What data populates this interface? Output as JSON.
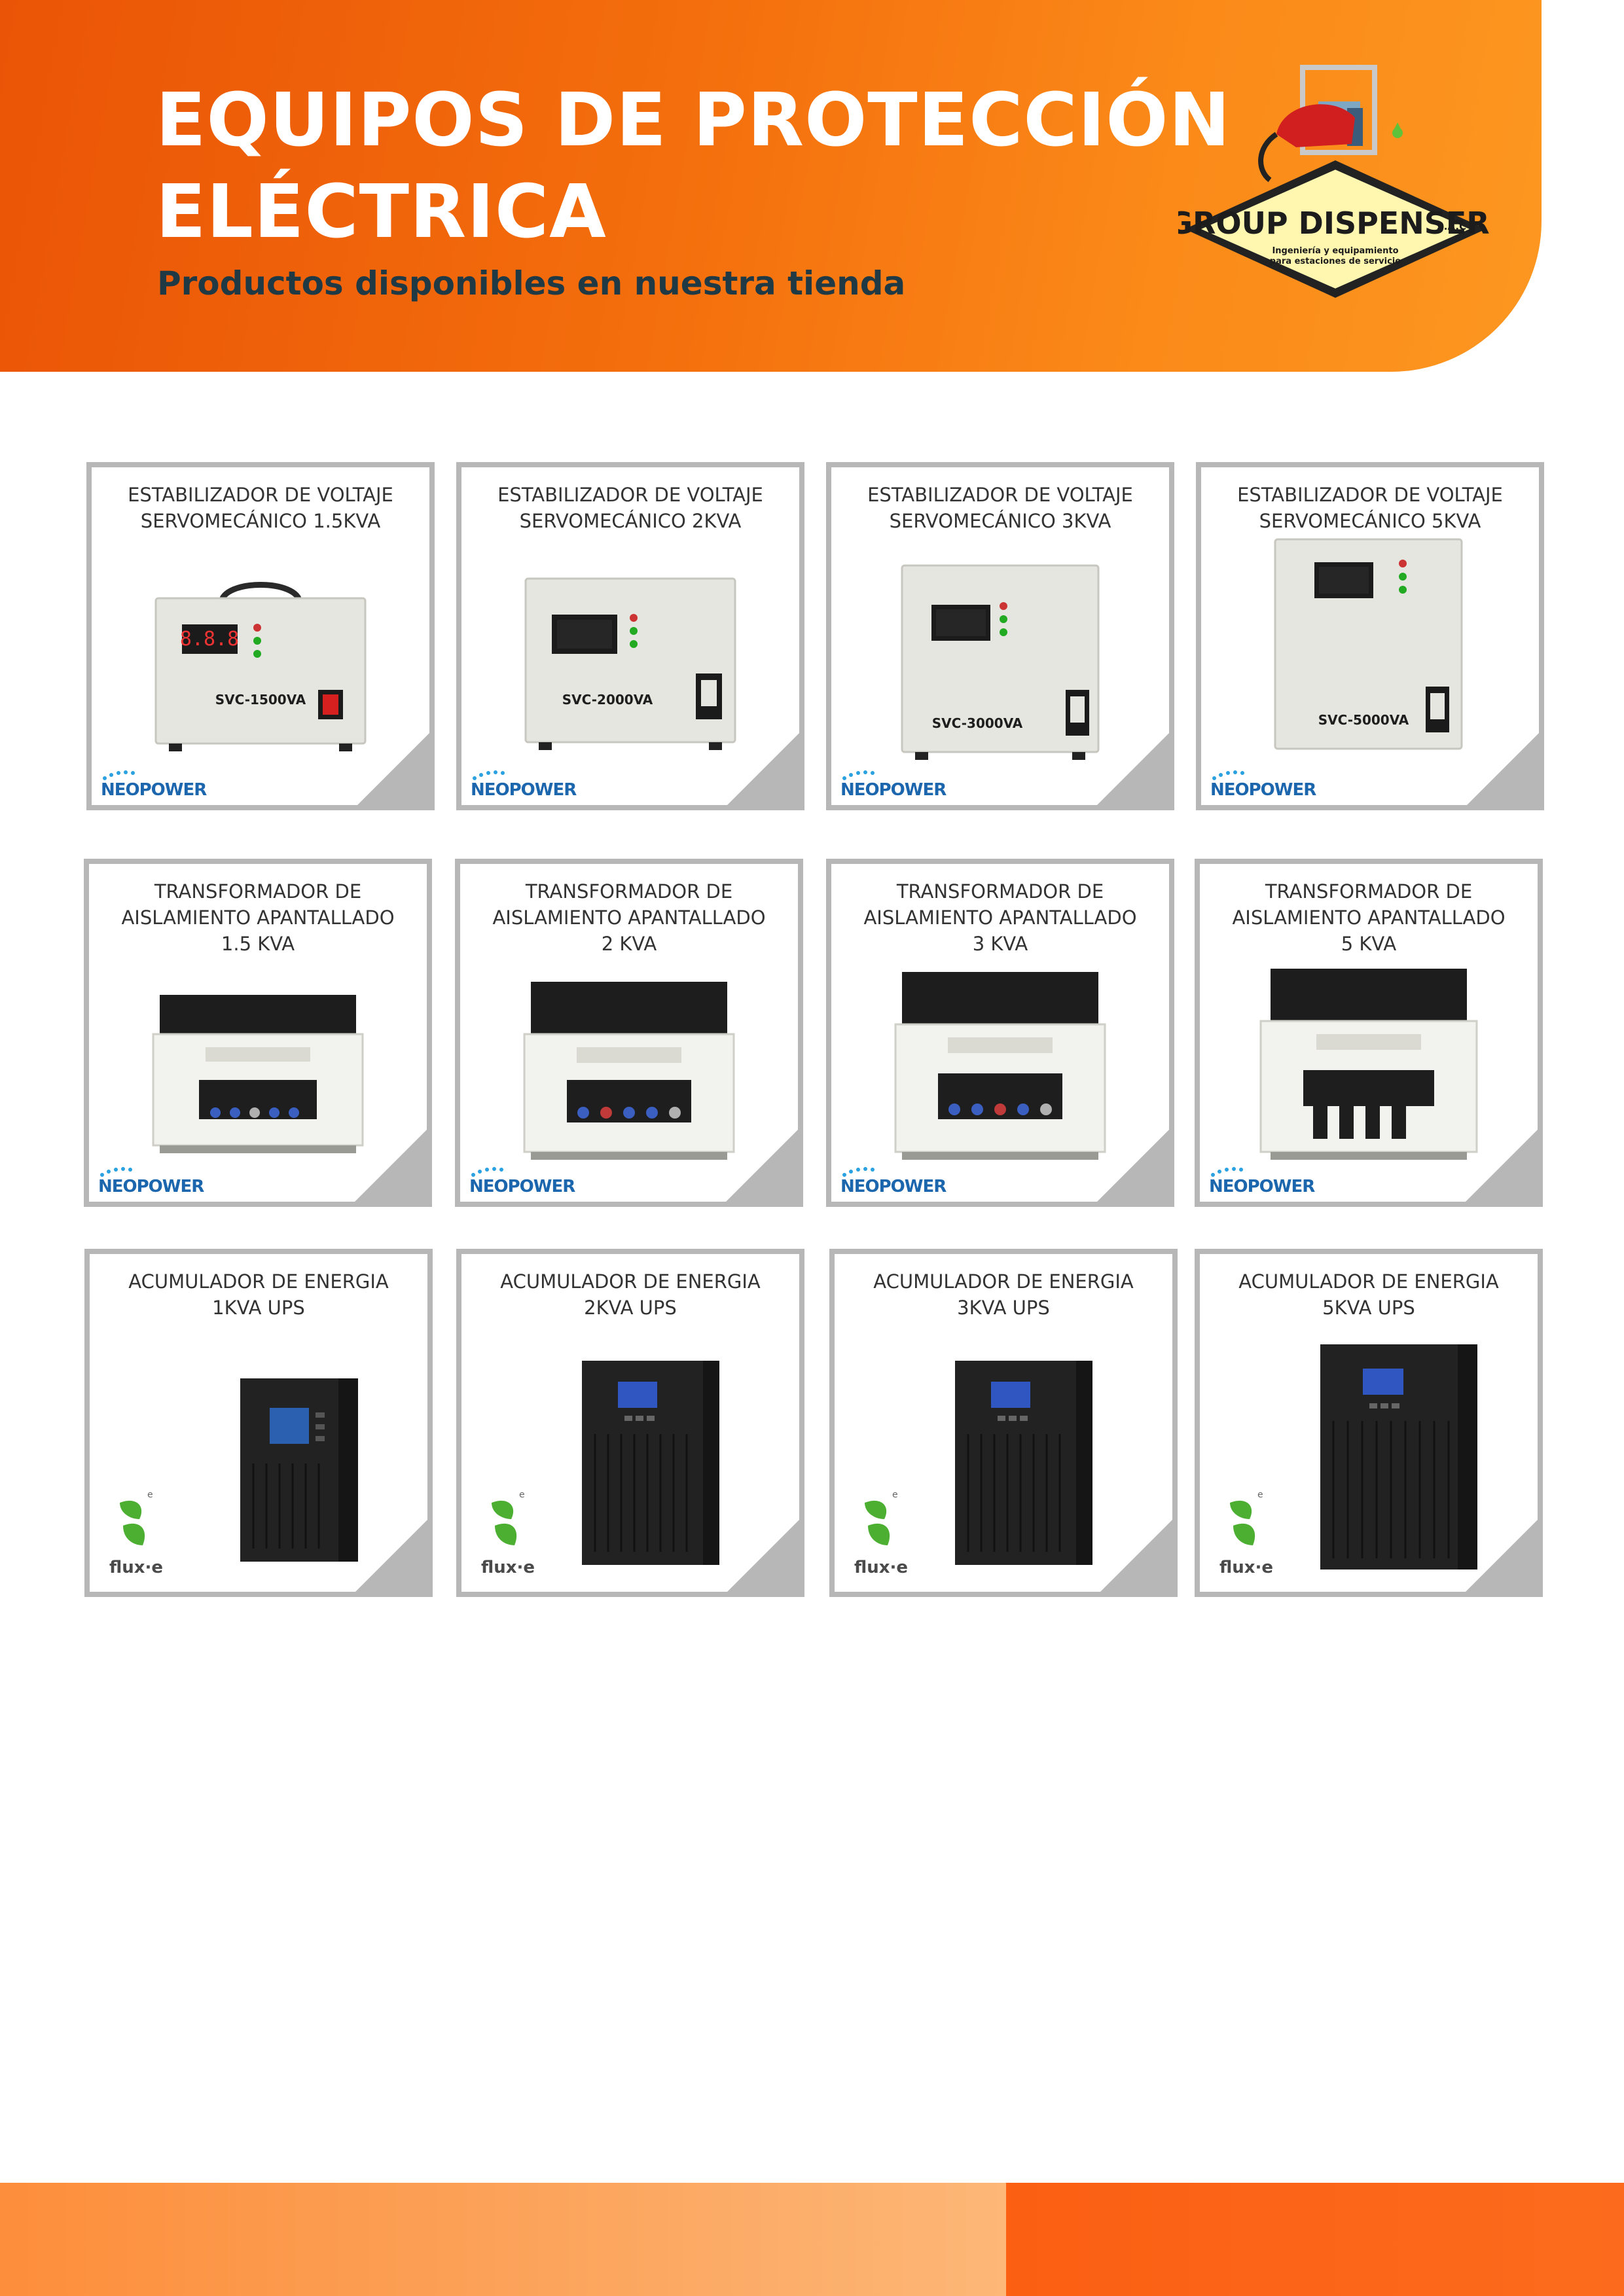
{
  "header": {
    "title_line1": "EQUIPOS DE PROTECCIÓN",
    "title_line2": "ELÉCTRICA",
    "subtitle": "Productos disponibles en nuestra tienda",
    "logo": {
      "brand": "GROUP DISPENSER",
      "suffix": "S.A.C",
      "tagline_line1": "Ingeniería y equipamiento",
      "tagline_line2": "para estaciones de servicio"
    }
  },
  "rows": [
    {
      "category": "stabilizer",
      "brand": "NEOPOWER",
      "items": [
        {
          "title_line1": "ESTABILIZADOR DE VOLTAJE",
          "title_line2": "SERVOMECÁNICO 1.5KVA",
          "title_line3": "",
          "model": "SVC-1500VA"
        },
        {
          "title_line1": "ESTABILIZADOR DE VOLTAJE",
          "title_line2": "SERVOMECÁNICO 2KVA",
          "title_line3": "",
          "model": "SVC-2000VA"
        },
        {
          "title_line1": "ESTABILIZADOR DE VOLTAJE",
          "title_line2": "SERVOMECÁNICO 3KVA",
          "title_line3": "",
          "model": "SVC-3000VA"
        },
        {
          "title_line1": "ESTABILIZADOR DE VOLTAJE",
          "title_line2": "SERVOMECÁNICO 5KVA",
          "title_line3": "",
          "model": "SVC-5000VA"
        }
      ]
    },
    {
      "category": "transformer",
      "brand": "NEOPOWER",
      "items": [
        {
          "title_line1": "TRANSFORMADOR DE",
          "title_line2": "AISLAMIENTO APANTALLADO",
          "title_line3": "1.5 KVA",
          "model": ""
        },
        {
          "title_line1": "TRANSFORMADOR DE",
          "title_line2": "AISLAMIENTO APANTALLADO",
          "title_line3": "2 KVA",
          "model": ""
        },
        {
          "title_line1": "TRANSFORMADOR DE",
          "title_line2": "AISLAMIENTO APANTALLADO",
          "title_line3": "3 KVA",
          "model": ""
        },
        {
          "title_line1": "TRANSFORMADOR DE",
          "title_line2": "AISLAMIENTO APANTALLADO",
          "title_line3": "5 KVA",
          "model": ""
        }
      ]
    },
    {
      "category": "ups",
      "brand": "flux·e",
      "items": [
        {
          "title_line1": "ACUMULADOR DE ENERGIA",
          "title_line2": "1KVA UPS",
          "title_line3": "",
          "model": ""
        },
        {
          "title_line1": "ACUMULADOR DE ENERGIA",
          "title_line2": "2KVA UPS",
          "title_line3": "",
          "model": ""
        },
        {
          "title_line1": "ACUMULADOR DE ENERGIA",
          "title_line2": "3KVA UPS",
          "title_line3": "",
          "model": ""
        },
        {
          "title_line1": "ACUMULADOR DE ENERGIA",
          "title_line2": "5KVA UPS",
          "title_line3": "",
          "model": ""
        }
      ]
    }
  ],
  "colors": {
    "header_orange": "#f46f0d",
    "subtitle": "#1f3a45",
    "card_border": "#b7b7b7",
    "neopower_blue": "#1b66ad",
    "flux_green": "#4caf32",
    "footer_light": "#fca65f",
    "footer_dark": "#fc6b1d"
  }
}
